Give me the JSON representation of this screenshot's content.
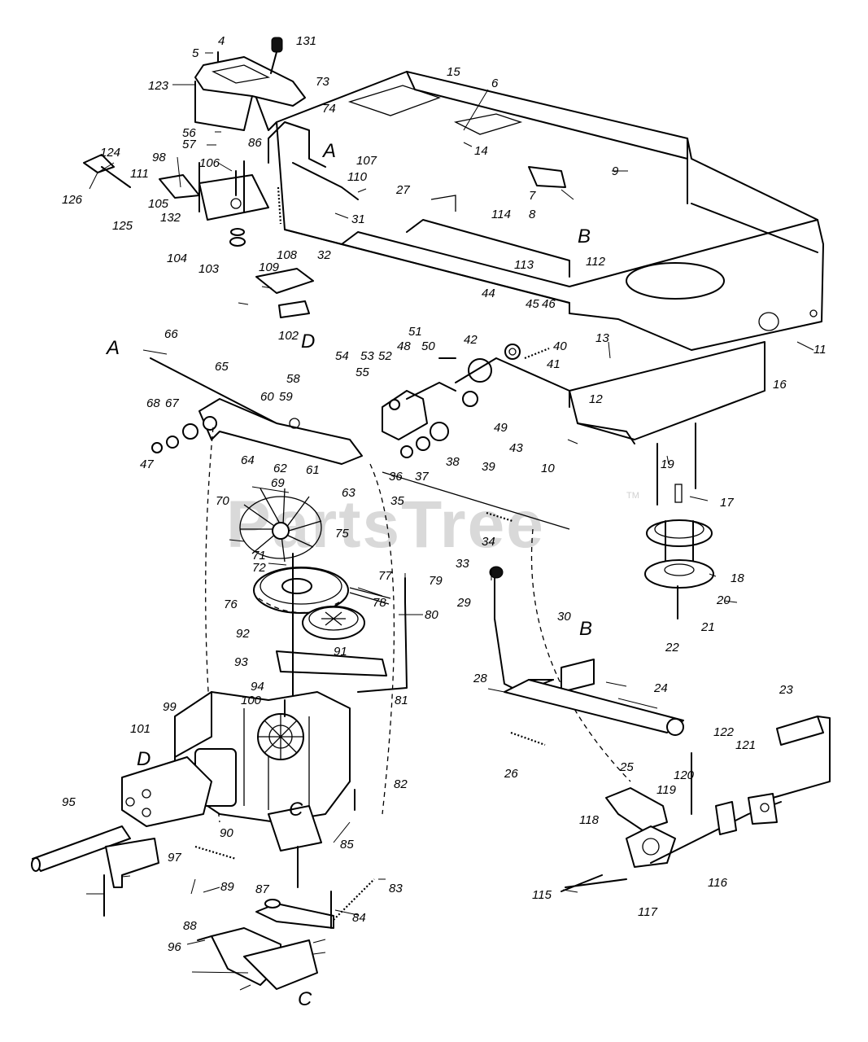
{
  "watermark": {
    "text": "PartsTree",
    "trademark": "TM"
  },
  "reference_letters": [
    {
      "id": "a-top",
      "text": "A"
    },
    {
      "id": "a-left",
      "text": "A"
    },
    {
      "id": "b-top",
      "text": "B"
    },
    {
      "id": "b-mid",
      "text": "B"
    },
    {
      "id": "c-mid",
      "text": "C"
    },
    {
      "id": "c-bottom",
      "text": "C"
    },
    {
      "id": "d-top",
      "text": "D"
    },
    {
      "id": "d-left",
      "text": "D"
    }
  ],
  "part_numbers": [
    "5",
    "4",
    "131",
    "123",
    "73",
    "74",
    "56",
    "57",
    "86",
    "124",
    "98",
    "106",
    "107",
    "110",
    "27",
    "126",
    "125",
    "111",
    "105",
    "132",
    "104",
    "103",
    "31",
    "32",
    "108",
    "109",
    "102",
    "15",
    "6",
    "14",
    "9",
    "7",
    "8",
    "114",
    "113",
    "112",
    "11",
    "16",
    "66",
    "65",
    "58",
    "60",
    "59",
    "68",
    "67",
    "47",
    "64",
    "62",
    "63",
    "61",
    "54",
    "53",
    "52",
    "51",
    "48",
    "50",
    "44",
    "45",
    "46",
    "42",
    "40",
    "41",
    "49",
    "43",
    "55",
    "36",
    "37",
    "38",
    "39",
    "35",
    "10",
    "13",
    "12",
    "19",
    "17",
    "69",
    "70",
    "34",
    "18",
    "20",
    "21",
    "22",
    "75",
    "72",
    "71",
    "77",
    "78",
    "79",
    "80",
    "76",
    "92",
    "93",
    "94",
    "100",
    "91",
    "81",
    "99",
    "101",
    "95",
    "97",
    "90",
    "89",
    "96",
    "88",
    "87",
    "84",
    "83",
    "85",
    "82",
    "33",
    "29",
    "30",
    "28",
    "24",
    "26",
    "23",
    "25",
    "122",
    "121",
    "120",
    "119",
    "118",
    "116",
    "117",
    "115"
  ]
}
